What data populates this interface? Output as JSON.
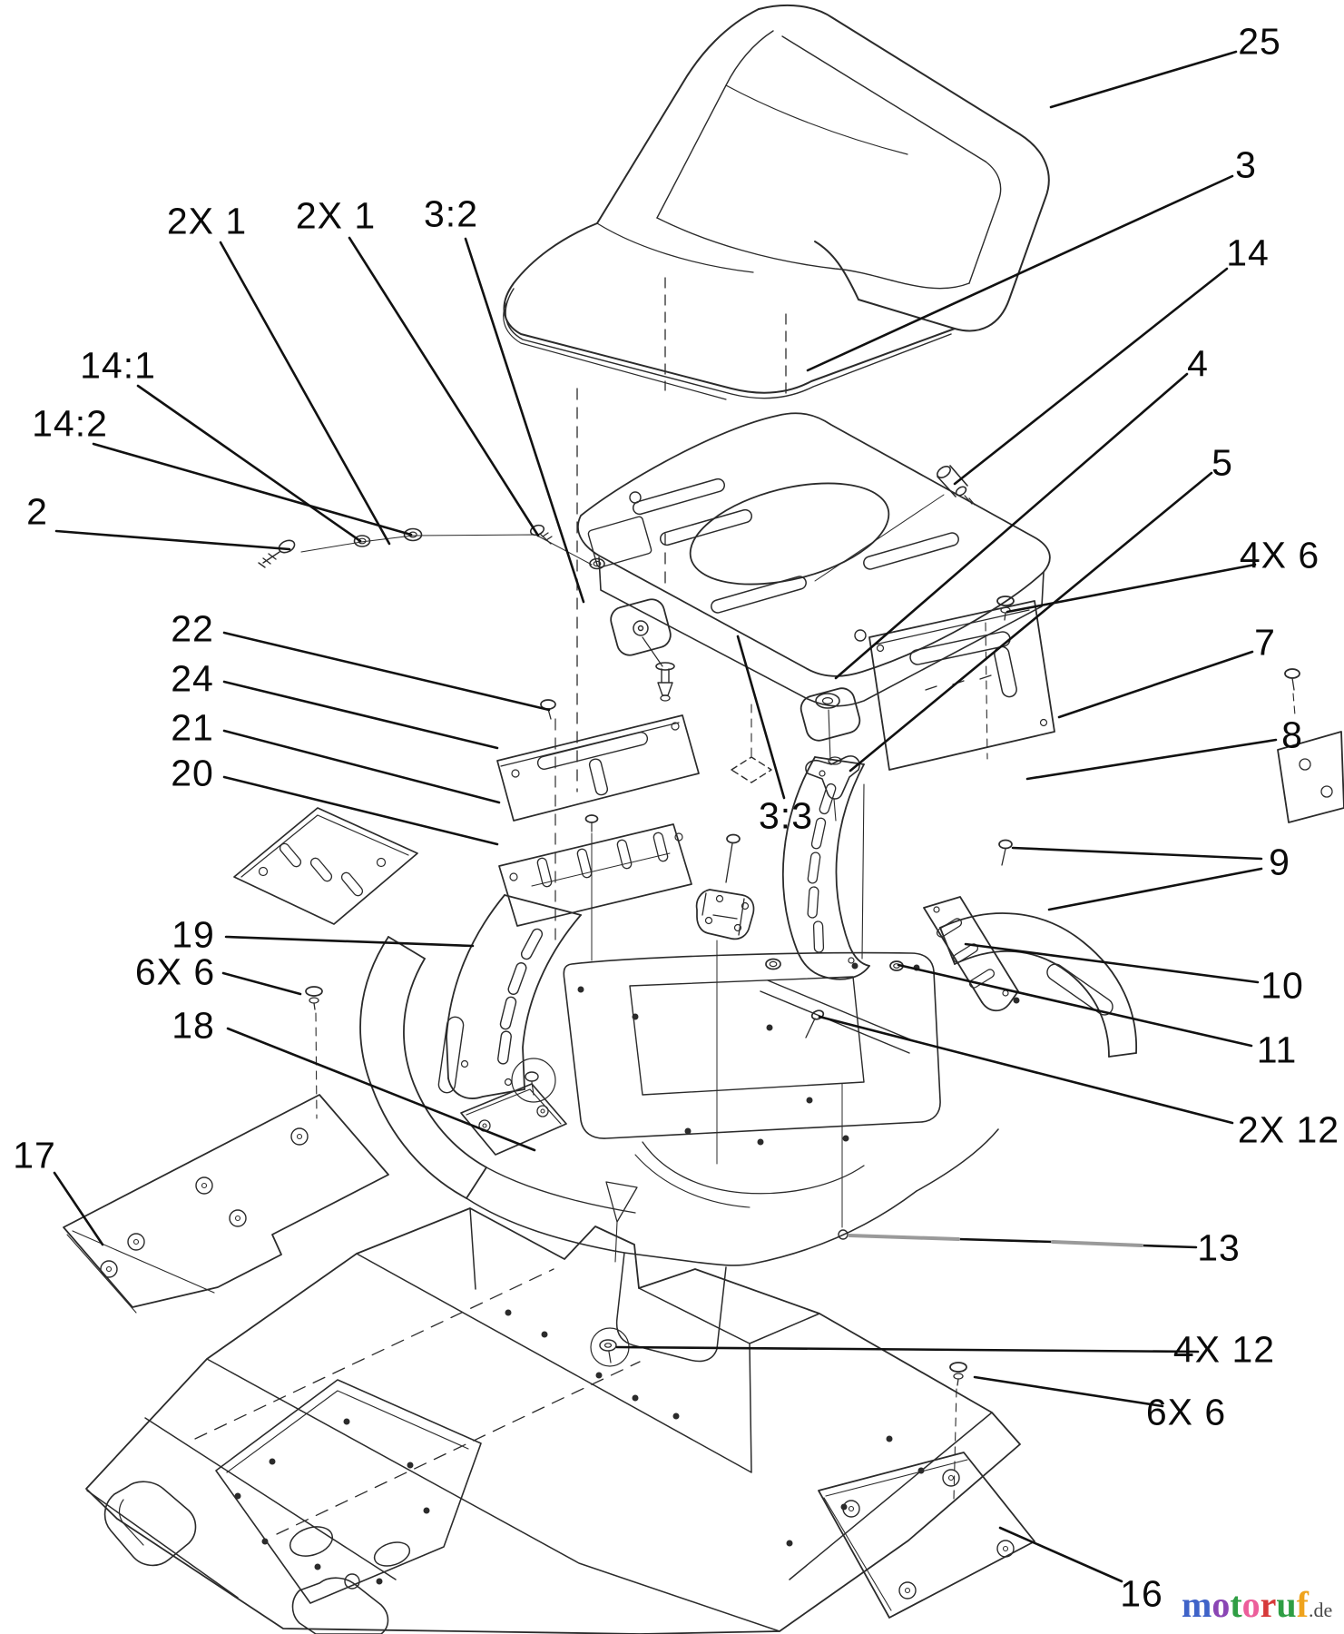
{
  "callouts": {
    "c25": "25",
    "c3": "3",
    "c14": "14",
    "c4": "4",
    "c5": "5",
    "c4x6": "4X 6",
    "c7": "7",
    "c8": "8",
    "c9": "9",
    "c10": "10",
    "c11": "11",
    "c2x12": "2X 12",
    "c13": "13",
    "c4x12": "4X 12",
    "c6x6r": "6X 6",
    "c16": "16",
    "c2x1a": "2X 1",
    "c2x1b": "2X 1",
    "c32": "3:2",
    "c141": "14:1",
    "c142": "14:2",
    "c2": "2",
    "c22": "22",
    "c24": "24",
    "c21": "21",
    "c20": "20",
    "c19": "19",
    "c6x6l": "6X 6",
    "c18": "18",
    "c17": "17",
    "c33": "3:3"
  },
  "watermark": {
    "word": "motoruf",
    "suffix": ".de",
    "letters": [
      {
        "ch": "m",
        "color": "#3f63c8"
      },
      {
        "ch": "o",
        "color": "#8a46b4"
      },
      {
        "ch": "t",
        "color": "#2f9e44"
      },
      {
        "ch": "o",
        "color": "#ec5f9b"
      },
      {
        "ch": "r",
        "color": "#d63a3a"
      },
      {
        "ch": "u",
        "color": "#2f9e44"
      },
      {
        "ch": "f",
        "color": "#efa31d"
      }
    ]
  },
  "colors": {
    "line": "#2b2b2b",
    "leader": "#111111",
    "leader_gray": "#9a9a9a",
    "background": "#ffffff",
    "logo_de": "#4a4a4a"
  }
}
